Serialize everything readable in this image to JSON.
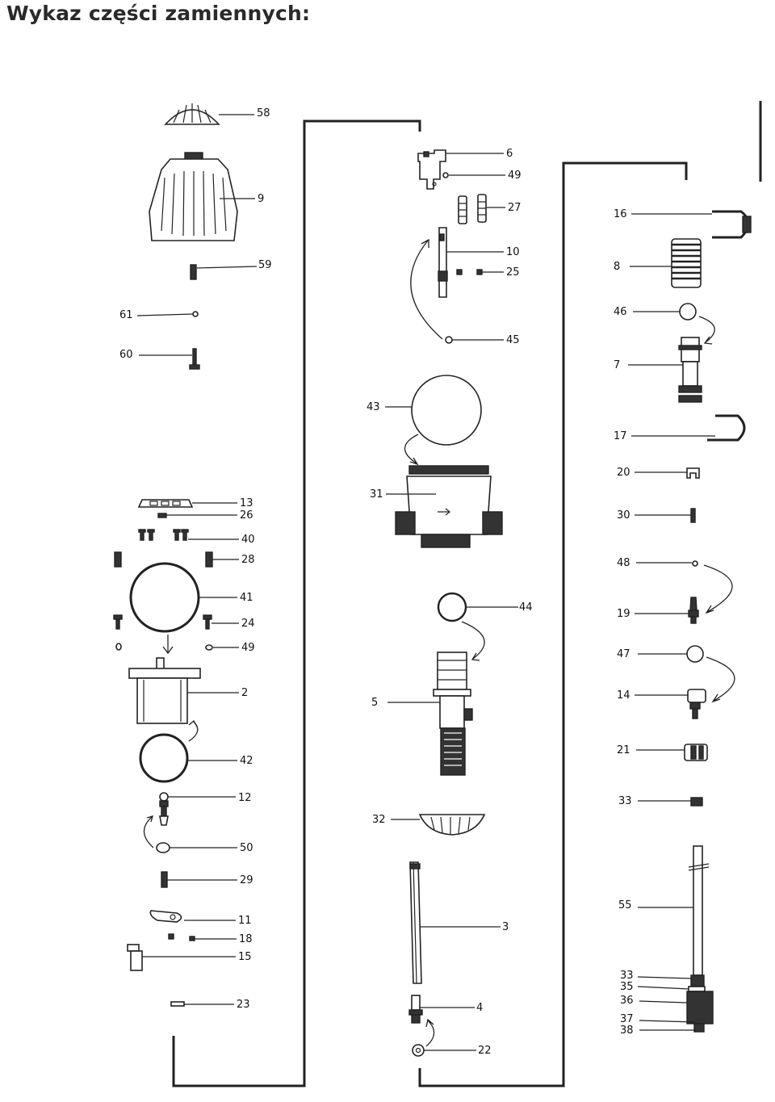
{
  "title": "Wykaz części zamiennych:",
  "colors": {
    "ink": "#222222",
    "background": "#ffffff",
    "title": "#2a2a2a"
  },
  "parts": {
    "p58": "58",
    "p9": "9",
    "p59": "59",
    "p61": "61",
    "p60": "60",
    "p13": "13",
    "p26": "26",
    "p40": "40",
    "p28": "28",
    "p41": "41",
    "p24": "24",
    "p49a": "49",
    "p2": "2",
    "p42": "42",
    "p12": "12",
    "p50": "50",
    "p29": "29",
    "p11": "11",
    "p18": "18",
    "p15": "15",
    "p23": "23",
    "p6": "6",
    "p49b": "49",
    "p27": "27",
    "p10": "10",
    "p25": "25",
    "p45": "45",
    "p43": "43",
    "p31": "31",
    "p44": "44",
    "p5": "5",
    "p32": "32",
    "p3": "3",
    "p4": "4",
    "p22": "22",
    "p16": "16",
    "p8": "8",
    "p46": "46",
    "p7": "7",
    "p17": "17",
    "p20": "20",
    "p30": "30",
    "p48": "48",
    "p19": "19",
    "p47": "47",
    "p14": "14",
    "p21": "21",
    "p33a": "33",
    "p55": "55",
    "p33b": "33",
    "p35": "35",
    "p36": "36",
    "p37": "37",
    "p38": "38"
  }
}
